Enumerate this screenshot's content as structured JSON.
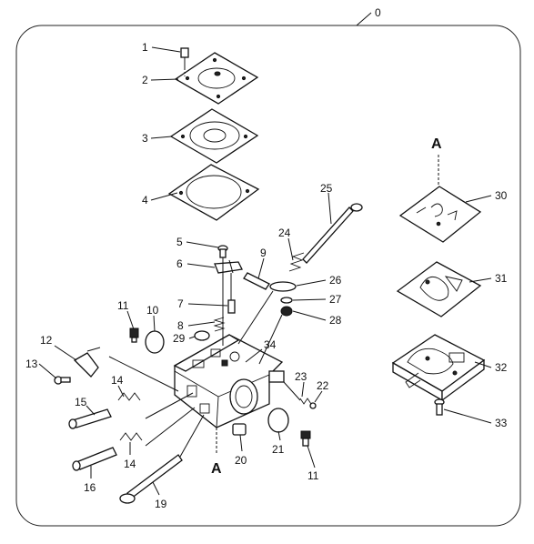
{
  "diagram": {
    "assembly_label": "0",
    "section_marks": {
      "left": "A",
      "right": "A"
    },
    "callouts": [
      {
        "id": "c1",
        "text": "1"
      },
      {
        "id": "c2",
        "text": "2"
      },
      {
        "id": "c3",
        "text": "3"
      },
      {
        "id": "c4",
        "text": "4"
      },
      {
        "id": "c5",
        "text": "5"
      },
      {
        "id": "c6",
        "text": "6"
      },
      {
        "id": "c7",
        "text": "7"
      },
      {
        "id": "c8",
        "text": "8"
      },
      {
        "id": "c9",
        "text": "9"
      },
      {
        "id": "c10",
        "text": "10"
      },
      {
        "id": "c11a",
        "text": "11"
      },
      {
        "id": "c11b",
        "text": "11"
      },
      {
        "id": "c12",
        "text": "12"
      },
      {
        "id": "c13",
        "text": "13"
      },
      {
        "id": "c14a",
        "text": "14"
      },
      {
        "id": "c14b",
        "text": "14"
      },
      {
        "id": "c15",
        "text": "15"
      },
      {
        "id": "c16",
        "text": "16"
      },
      {
        "id": "c19",
        "text": "19"
      },
      {
        "id": "c20",
        "text": "20"
      },
      {
        "id": "c21",
        "text": "21"
      },
      {
        "id": "c22",
        "text": "22"
      },
      {
        "id": "c23",
        "text": "23"
      },
      {
        "id": "c24",
        "text": "24"
      },
      {
        "id": "c25",
        "text": "25"
      },
      {
        "id": "c26",
        "text": "26"
      },
      {
        "id": "c27",
        "text": "27"
      },
      {
        "id": "c28",
        "text": "28"
      },
      {
        "id": "c29",
        "text": "29"
      },
      {
        "id": "c30",
        "text": "30"
      },
      {
        "id": "c31",
        "text": "31"
      },
      {
        "id": "c32",
        "text": "32"
      },
      {
        "id": "c33",
        "text": "33"
      },
      {
        "id": "c34",
        "text": "34"
      }
    ]
  }
}
